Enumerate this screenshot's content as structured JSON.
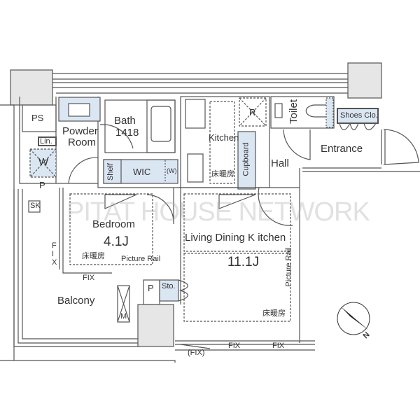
{
  "watermark": "PITAT HOUSE NETWORK",
  "colors": {
    "wall": "#555555",
    "fill_blue": "#dbe6f3",
    "gray_block": "#e6e6e6"
  },
  "rooms": {
    "ps": "PS",
    "powder_room": "Powder\nRoom",
    "powder_room_line1": "Powder",
    "powder_room_line2": "Room",
    "linen": "Lin.",
    "washer": "W",
    "bath": "Bath",
    "bath_size": "1418",
    "shelf": "Shelf",
    "wic": "WIC",
    "wic_w": "(W)",
    "kitchen": "Kitchen",
    "refrigerator": "R",
    "cupboard": "Cupboard",
    "kitchen_floor_heating": "床暖房",
    "toilet": "Toilet",
    "shoes_closet": "Shoes Clo.",
    "hall": "Hall",
    "entrance": "Entrance",
    "pipe_space_1": "P",
    "sink": "SK",
    "bedroom": "Bedroom",
    "bedroom_size": "4.1J",
    "bedroom_floor_heating": "床暖房",
    "bedroom_picture_rail": "Picture Rail",
    "ldk": "Living Dining K itchen",
    "ldk_size": "11.1J",
    "ldk_picture_rail": "Picture Rail",
    "ldk_floor_heating": "床暖房",
    "fix_left": "FIX",
    "fix_bedroom": "FIX",
    "balcony": "Balcony",
    "meter": "M",
    "pipe_space_2": "P",
    "storage": "Sto.",
    "fix_bottom_paren": "(FIX)",
    "fix_bottom_1": "FIX",
    "fix_bottom_2": "FIX"
  },
  "compass": {
    "label": "N",
    "icon": "north-arrow-icon"
  }
}
